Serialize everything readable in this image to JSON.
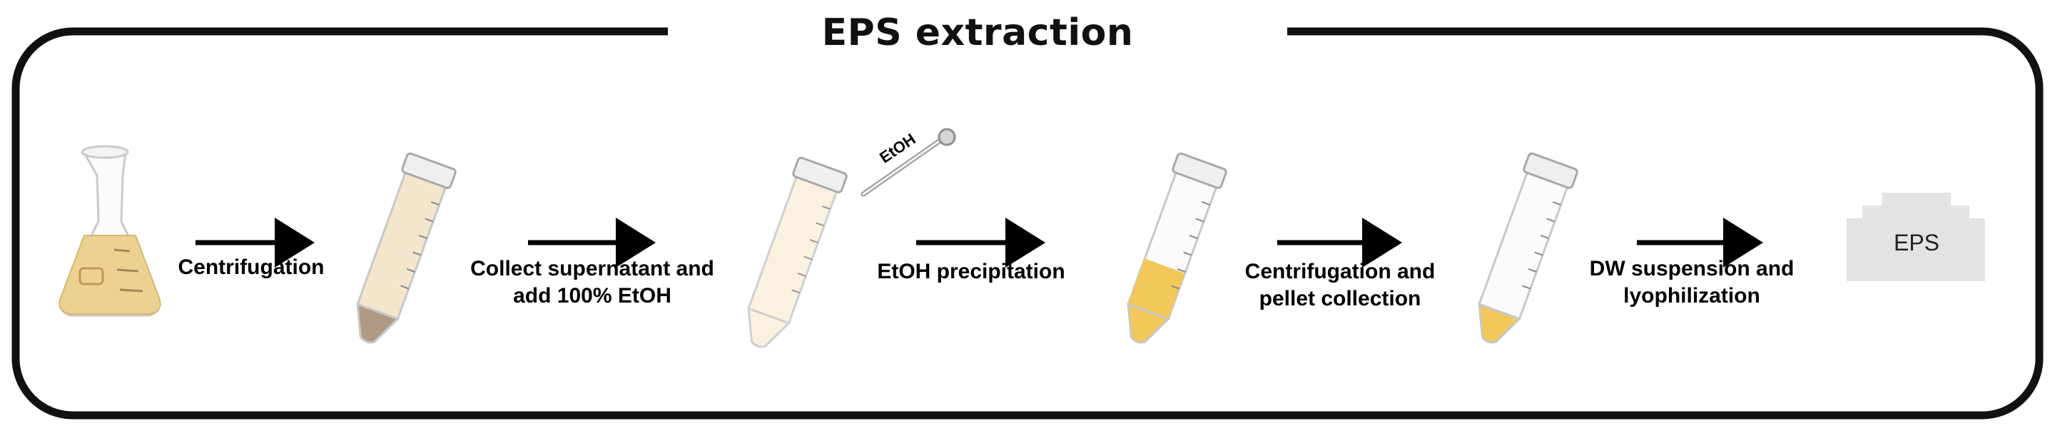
{
  "title": "EPS extraction",
  "steps": [
    {
      "label": "Centrifugation"
    },
    {
      "label_line1": "Collect supernatant and",
      "label_line2": "add 100% EtOH"
    },
    {
      "label": "EtOH precipitation"
    },
    {
      "label_line1": "Centrifugation and",
      "label_line2": "pellet collection"
    },
    {
      "label_line1": "DW suspension and",
      "label_line2": "lyophilization"
    }
  ],
  "pipette_label": "EtOH",
  "product_label": "EPS",
  "colors": {
    "frame": "#111111",
    "culture": "#EDD190",
    "tube_tint": "#F4E6CC",
    "pellet": "#B09A86",
    "yellow_fill": "#F3C85A",
    "product": "#E3E3E3"
  }
}
